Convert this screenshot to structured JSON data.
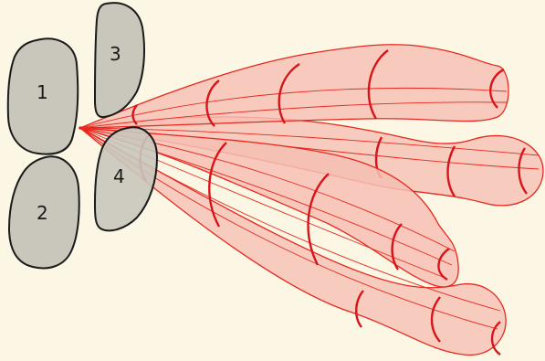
{
  "elements": [
    {
      "id": "element-1",
      "label": "1"
    },
    {
      "id": "element-2",
      "label": "2"
    },
    {
      "id": "element-3",
      "label": "3"
    },
    {
      "id": "element-4",
      "label": "4"
    }
  ],
  "colors": {
    "background": "#fbf7e4",
    "element_fill": "#c9c6bc",
    "element_stroke": "#1a1a1a",
    "lobe_fill": "#f6bfb4",
    "lobe_stroke": "#e8281e",
    "lobe_rib": "#d8141a"
  }
}
